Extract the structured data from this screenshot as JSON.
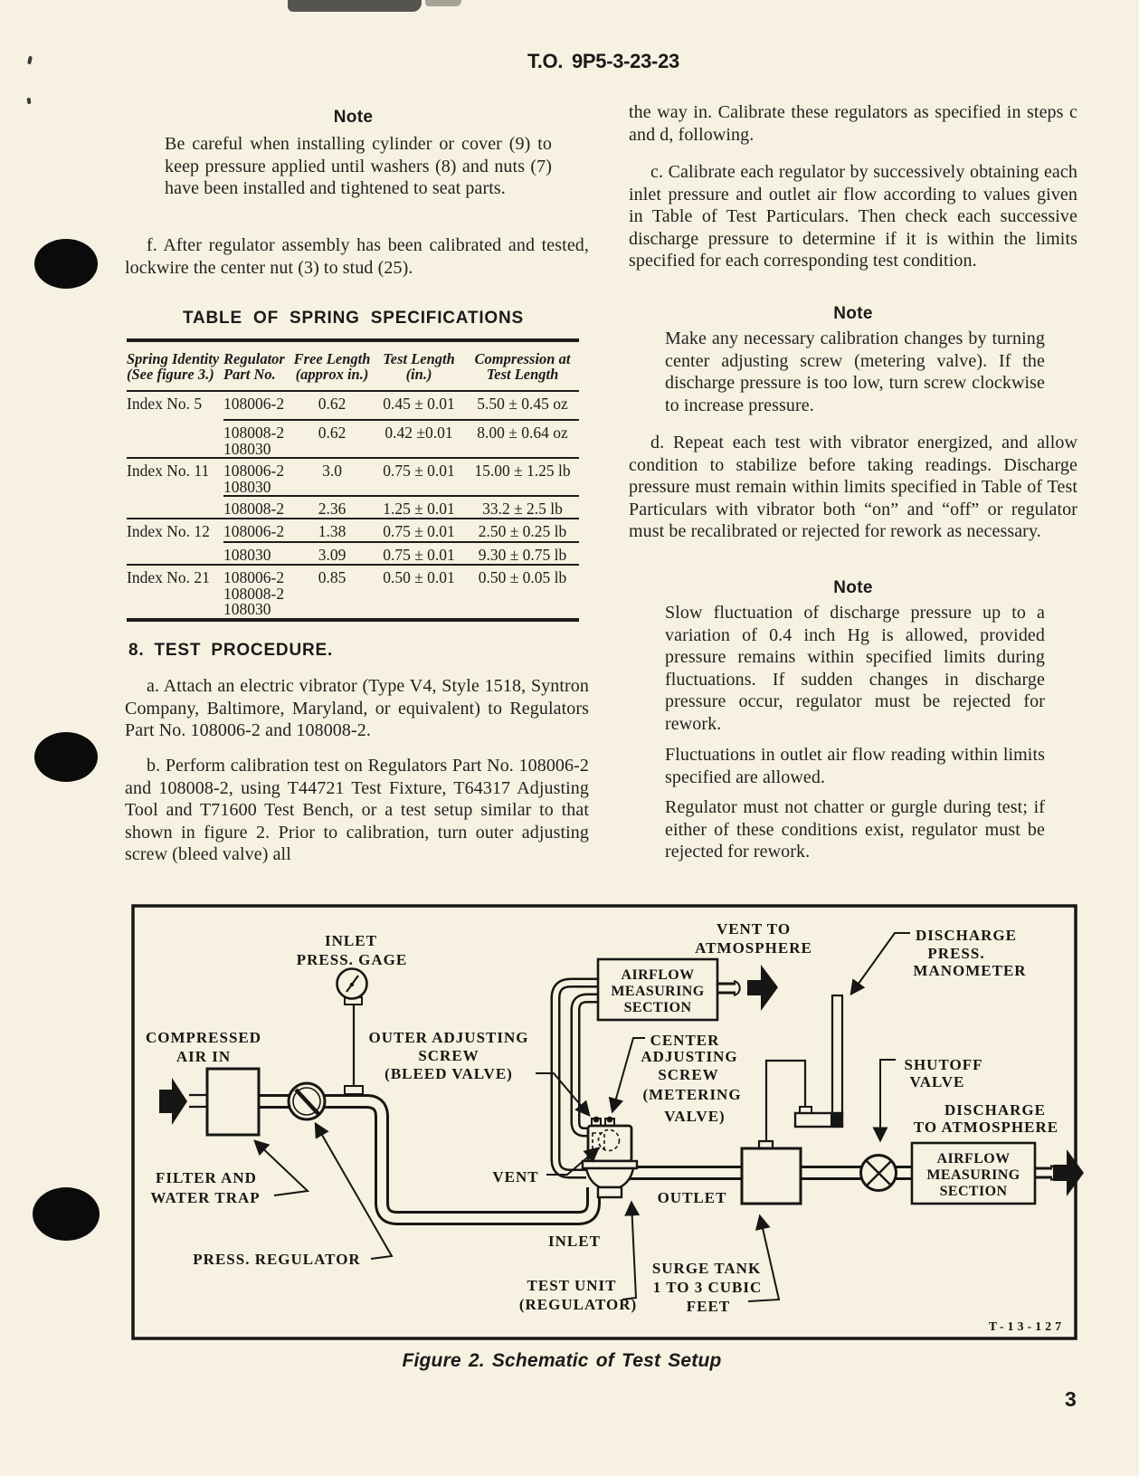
{
  "page": {
    "header": "T.O. 9P5-3-23-23",
    "page_number": "3",
    "figure_caption": "Figure 2. Schematic of Test Setup"
  },
  "left_column": {
    "note1_heading": "Note",
    "note1_text": "Be careful when installing cylinder or cover (9) to keep pressure applied until washers (8) and nuts (7) have been installed and tightened to seat parts.",
    "para_f": "f. After regulator assembly has been calibrated and tested, lockwire the center nut (3) to stud (25).",
    "table_title": "TABLE OF SPRING SPECIFICATIONS",
    "table": {
      "headers": [
        "Spring Identity\n(See figure 3.)",
        "Regulator\nPart No.",
        "Free Length\n(approx in.)",
        "Test Length\n(in.)",
        "Compression at\nTest Length"
      ],
      "rows": [
        {
          "identity": "Index No. 5",
          "part": "108006-2",
          "free": "0.62",
          "test": "0.45 ± 0.01",
          "comp": "5.50 ± 0.45 oz"
        },
        {
          "identity": "",
          "part": "108008-2\n108030",
          "free": "0.62",
          "test": "0.42 ±0.01",
          "comp": "8.00 ± 0.64 oz"
        },
        {
          "identity": "Index No. 11",
          "part": "108006-2\n108030",
          "free": "3.0",
          "test": "0.75 ± 0.01",
          "comp": "15.00 ± 1.25 lb"
        },
        {
          "identity": "",
          "part": "108008-2",
          "free": "2.36",
          "test": "1.25 ± 0.01",
          "comp": "33.2 ± 2.5 lb"
        },
        {
          "identity": "Index No. 12",
          "part": "108006-2",
          "free": "1.38",
          "test": "0.75 ± 0.01",
          "comp": "2.50 ± 0.25 lb"
        },
        {
          "identity": "",
          "part": "108030",
          "free": "3.09",
          "test": "0.75 ± 0.01",
          "comp": "9.30 ± 0.75 lb"
        },
        {
          "identity": "Index No. 21",
          "part": "108006-2\n108008-2\n108030",
          "free": "0.85",
          "test": "0.50 ± 0.01",
          "comp": "0.50 ± 0.05 lb"
        }
      ]
    },
    "section_heading": "8. TEST PROCEDURE.",
    "para_a": "a. Attach an electric vibrator (Type V4, Style 1518, Syntron Company, Baltimore, Maryland, or equivalent) to Regulators Part No. 108006-2 and 108008-2.",
    "para_b": "b. Perform calibration test on Regulators Part No. 108006-2 and 108008-2, using T44721 Test Fixture, T64317 Adjusting Tool and T71600 Test Bench, or a test setup similar to that shown in figure 2. Prior to calibration, turn outer adjusting screw (bleed valve) all"
  },
  "right_column": {
    "para_b_cont": "the way in. Calibrate these regulators as specified in steps c and d, following.",
    "para_c": "c. Calibrate each regulator by successively obtaining each inlet pressure and outlet air flow according to values given in Table of Test Particulars. Then check each successive discharge pressure to determine if it is within the limits specified for each corresponding test condition.",
    "note1_heading": "Note",
    "note1_text": "Make any necessary calibration changes by turning center adjusting screw (metering valve). If the discharge pressure is too low, turn screw clockwise to increase pressure.",
    "para_d": "d. Repeat each test with vibrator energized, and allow condition to stabilize before taking readings. Discharge pressure must remain within limits specified in Table of Test Particulars with vibrator both “on” and “off” or regulator must be recalibrated or rejected for rework as necessary.",
    "note2_heading": "Note",
    "note2_para1": "Slow fluctuation of discharge pressure up to a variation of 0.4 inch Hg is allowed, provided pressure remains within specified limits during fluctuations. If sudden changes in discharge pressure occur, regulator must be rejected for rework.",
    "note2_para2": "Fluctuations in outlet air flow reading within limits specified are allowed.",
    "note2_para3": "Regulator must not chatter or gurgle during test; if either of these conditions exist, regulator must be rejected for rework."
  },
  "figure": {
    "labels": {
      "inlet_press_gage": [
        "INLET",
        "PRESS. GAGE"
      ],
      "compressed_air_in": [
        "COMPRESSED",
        "AIR IN"
      ],
      "outer_adjusting_screw": [
        "OUTER ADJUSTING",
        "SCREW",
        "(BLEED VALVE)"
      ],
      "vent_to_atmosphere": [
        "VENT TO",
        "ATMOSPHERE"
      ],
      "airflow_measuring_section_1": [
        "AIRFLOW",
        "MEASURING",
        "SECTION"
      ],
      "discharge_press_manometer": [
        "DISCHARGE",
        "PRESS.",
        "MANOMETER"
      ],
      "center_adjusting_screw": [
        "CENTER",
        "ADJUSTING",
        "SCREW",
        "(METERING",
        "VALVE)"
      ],
      "shutoff_valve": [
        "SHUTOFF",
        "VALVE"
      ],
      "discharge_to_atmosphere": [
        "DISCHARGE",
        "TO ATMOSPHERE"
      ],
      "airflow_measuring_section_2": [
        "AIRFLOW",
        "MEASURING",
        "SECTION"
      ],
      "filter_and_water_trap": [
        "FILTER AND",
        "WATER TRAP"
      ],
      "press_regulator": "PRESS. REGULATOR",
      "vent": "VENT",
      "inlet": "INLET",
      "outlet": "OUTLET",
      "test_unit_regulator": [
        "TEST UNIT",
        "(REGULATOR)"
      ],
      "surge_tank": [
        "SURGE TANK",
        "1 TO 3 CUBIC",
        "FEET"
      ],
      "drawing_number": "T-13-127"
    }
  },
  "colors": {
    "paper": "#f6f1e1",
    "ink": "#161614"
  }
}
